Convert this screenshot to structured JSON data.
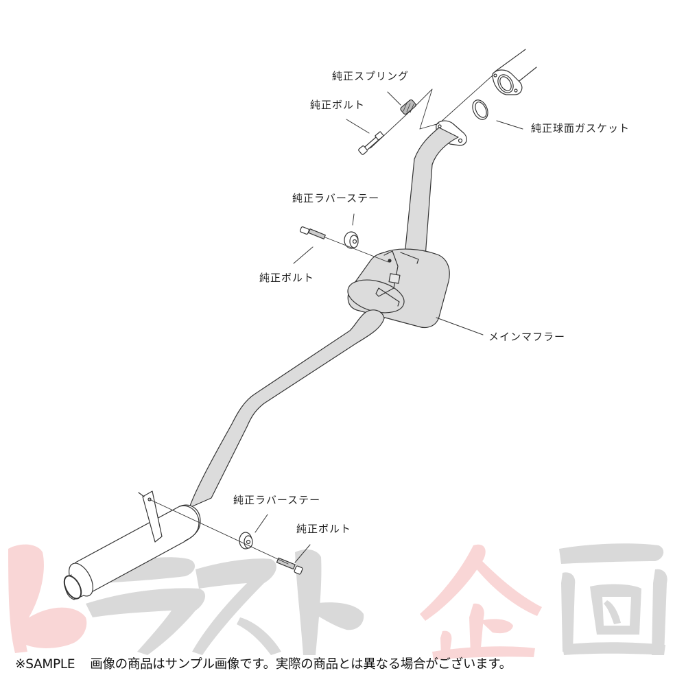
{
  "diagram": {
    "type": "exploded-parts-view",
    "subject": "exhaust muffler system",
    "colors": {
      "part_fill": "#dcdcdc",
      "line": "#333333",
      "watermark_red": "#f9d6d6",
      "watermark_gray": "#d9d9d9",
      "text": "#222222"
    },
    "labels": {
      "spring_top": "純正スプリング",
      "bolt_top": "純正ボルト",
      "gasket": "純正球面ガスケット",
      "rubber_stay_mid": "純正ラバーステー",
      "bolt_mid": "純正ボルト",
      "main_muffler": "メインマフラー",
      "rubber_stay_bottom": "純正ラバーステー",
      "bolt_bottom": "純正ボルト"
    }
  },
  "watermark": {
    "text": "トラスト企画",
    "chars": [
      "ト",
      "ラ",
      "ス",
      "ト",
      "企",
      "画"
    ]
  },
  "footer": {
    "sample_tag": "※SAMPLE",
    "disclaimer": "画像の商品はサンプル画像です。実際の商品とは異なる場合がございます。"
  }
}
